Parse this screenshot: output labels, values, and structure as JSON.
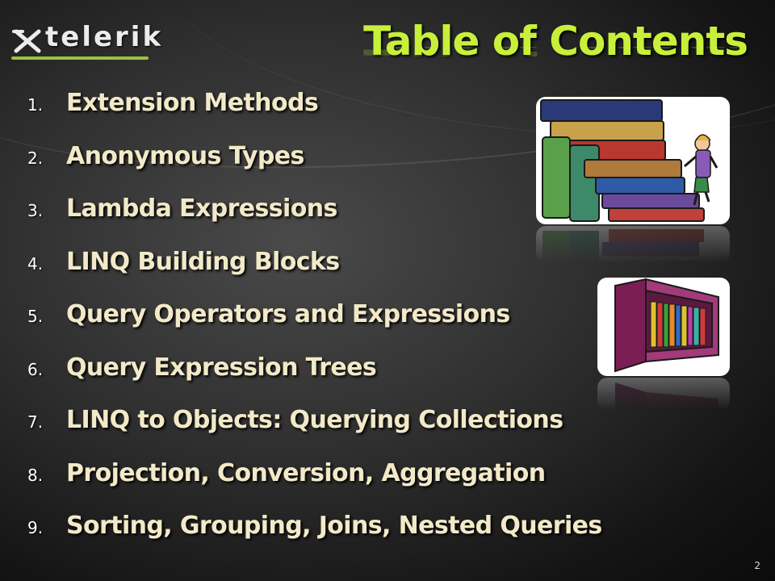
{
  "brand": {
    "logo_text": "telerik",
    "accent_color": "#9bc23c"
  },
  "slide": {
    "title": "Table of Contents",
    "title_color": "#c8f03a",
    "item_color": "#f2e9c8",
    "page_number": "2"
  },
  "toc": {
    "items": [
      {
        "number": "1.",
        "label": "Extension Methods"
      },
      {
        "number": "2.",
        "label": "Anonymous Types"
      },
      {
        "number": "3.",
        "label": "Lambda Expressions"
      },
      {
        "number": "4.",
        "label": "LINQ Building Blocks"
      },
      {
        "number": "5.",
        "label": "Query Operators and Expressions"
      },
      {
        "number": "6.",
        "label": "Query Expression Trees"
      },
      {
        "number": "7.",
        "label": "LINQ to Objects: Querying Collections"
      },
      {
        "number": "8.",
        "label": "Projection, Conversion, Aggregation"
      },
      {
        "number": "9.",
        "label": "Sorting, Grouping, Joins, Nested Queries"
      }
    ]
  },
  "images": {
    "top_clipart": "books-staircase-clipart",
    "bottom_clipart": "bookshelf-clipart"
  }
}
